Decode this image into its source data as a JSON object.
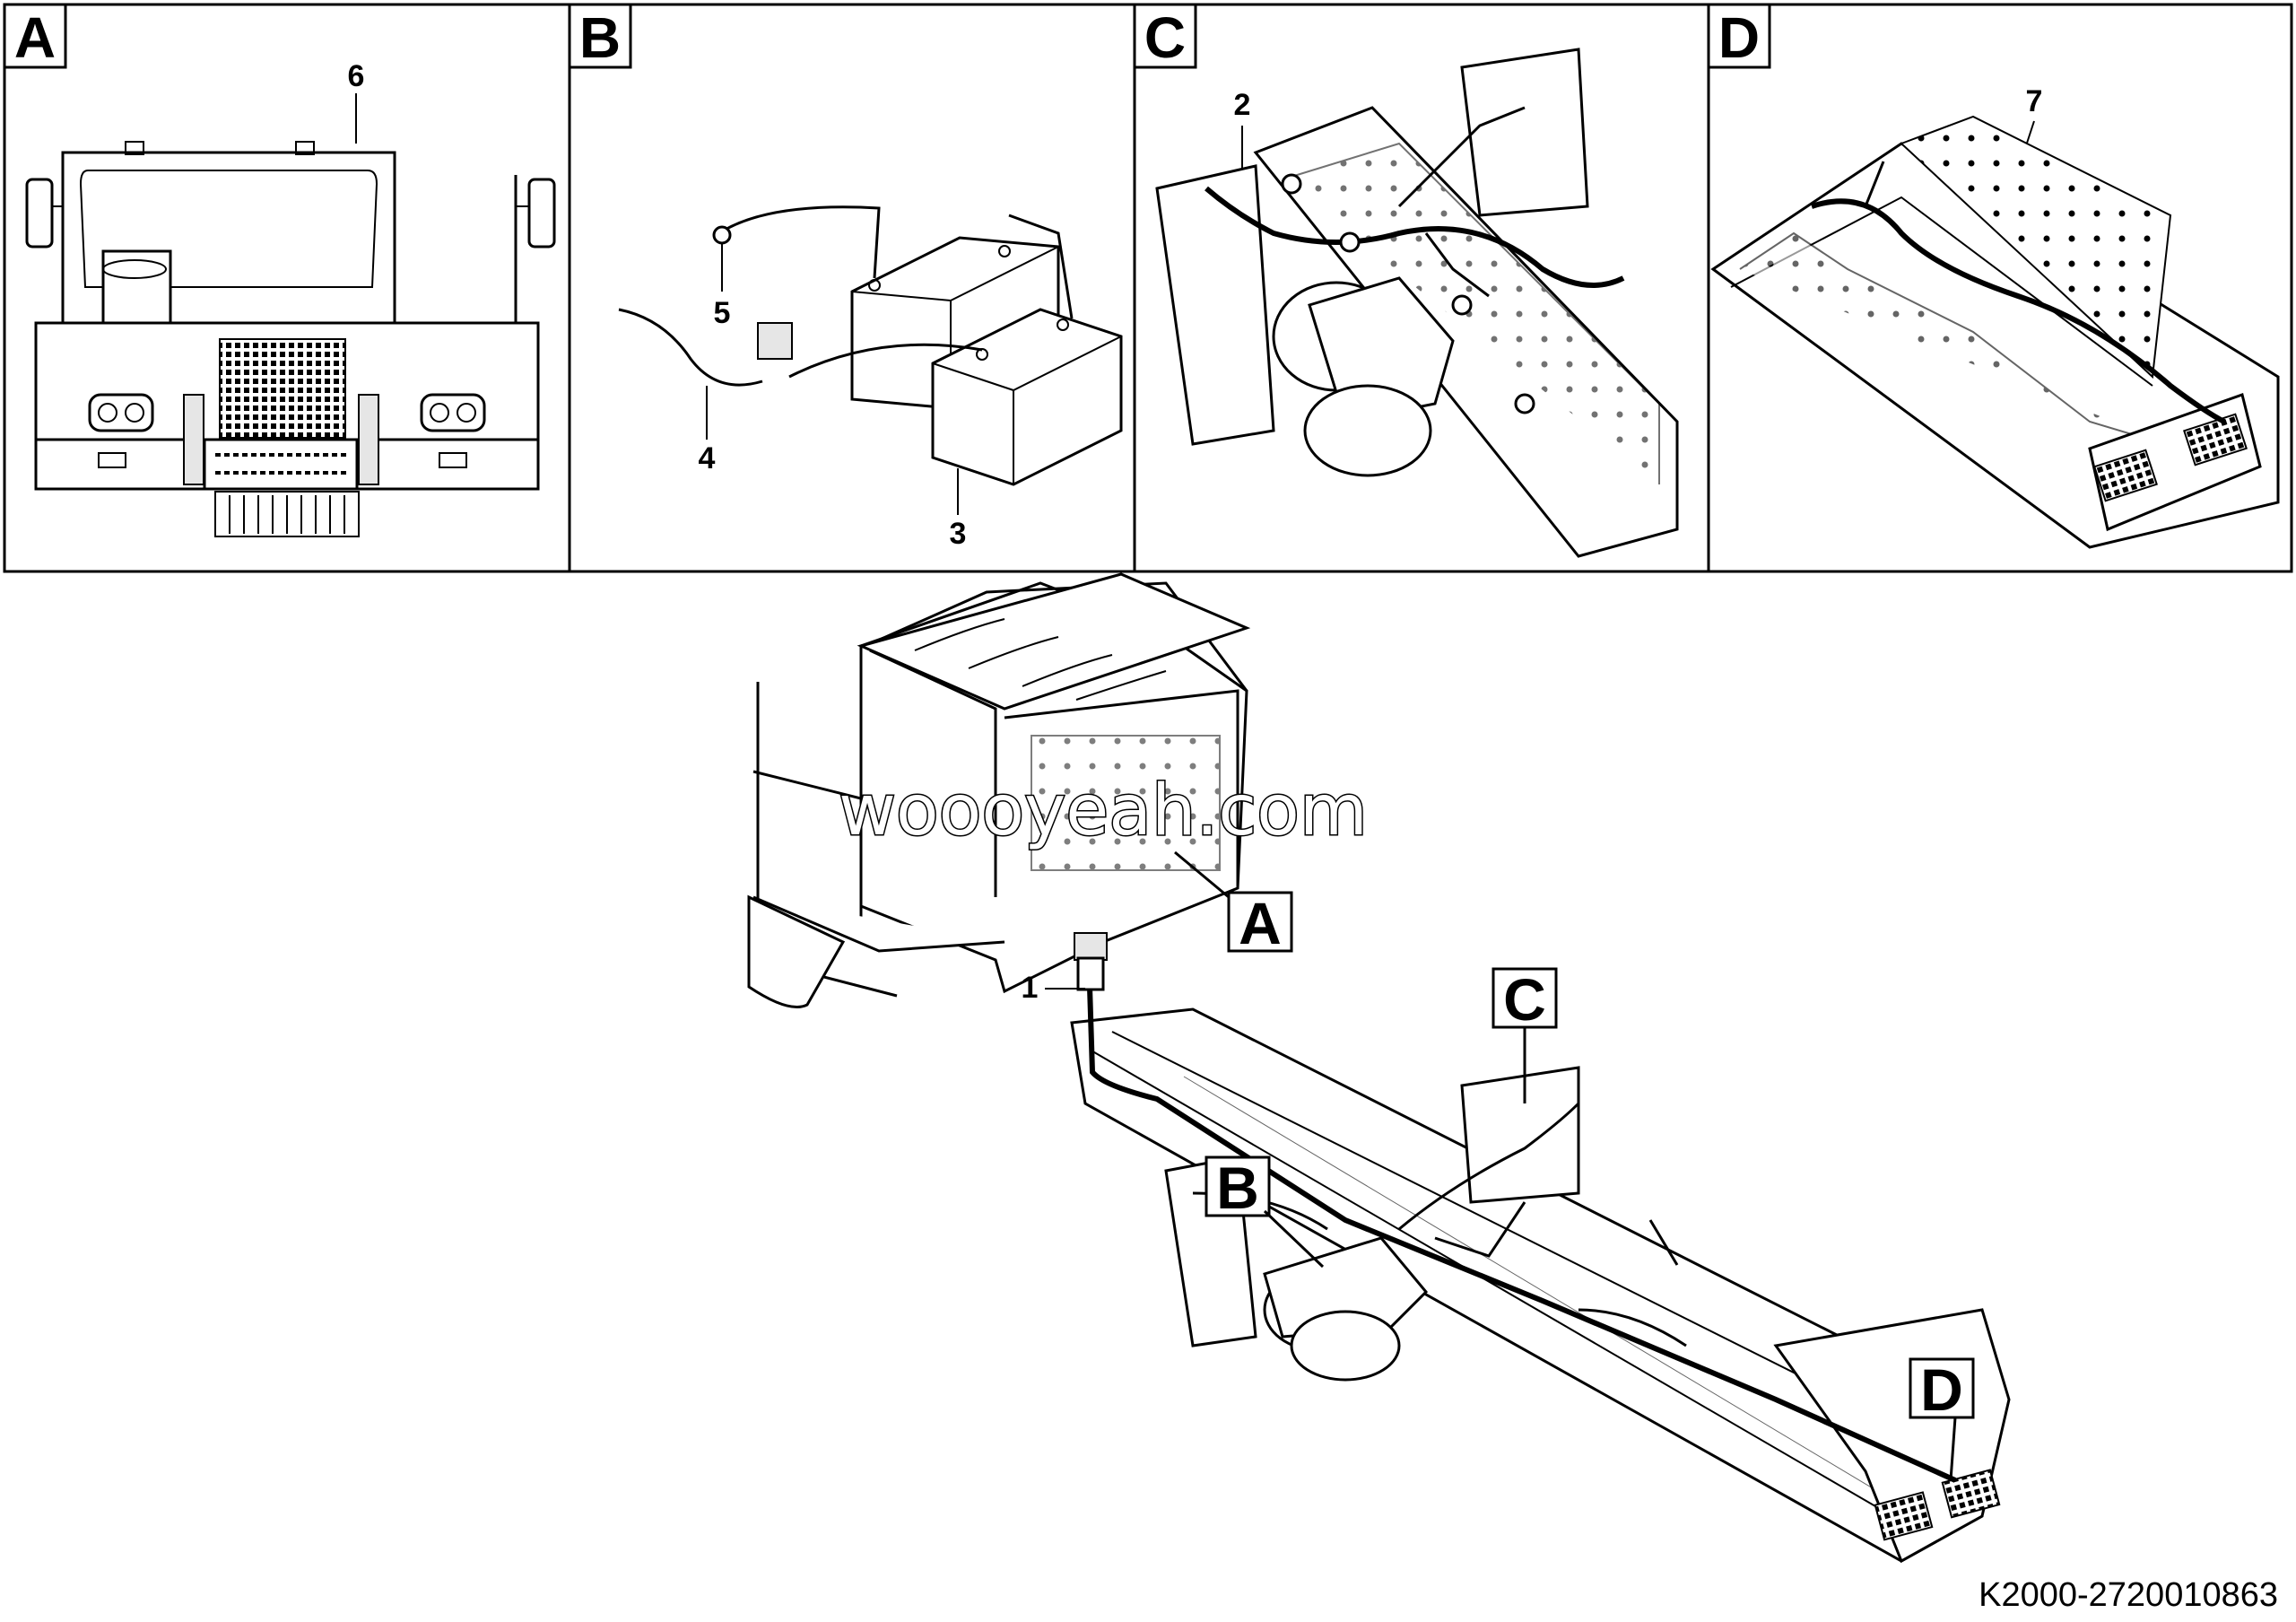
{
  "panels": [
    {
      "letter": "A",
      "callouts": [
        "6"
      ]
    },
    {
      "letter": "B",
      "callouts": [
        "5",
        "4",
        "3"
      ]
    },
    {
      "letter": "C",
      "callouts": [
        "2"
      ]
    },
    {
      "letter": "D",
      "callouts": [
        "7"
      ]
    }
  ],
  "main": {
    "callout_1": "1",
    "label_A": "A",
    "label_B": "B",
    "label_C": "C",
    "label_D": "D",
    "watermark": "woooyeah.com"
  },
  "reference_code": "K2000-2720010863"
}
